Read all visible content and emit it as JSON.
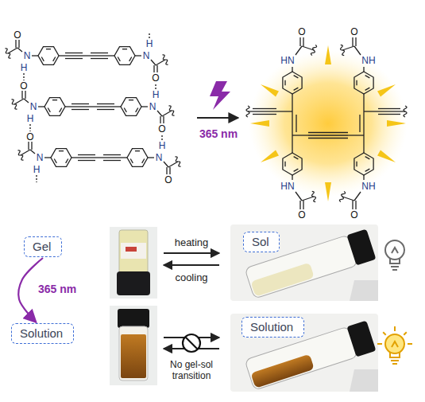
{
  "diagram": {
    "nodes": [
      {
        "text": [
          "Gel"
        ]
      },
      {
        "text": [
          "Sol"
        ]
      },
      {
        "text": [
          "Solution"
        ]
      },
      {
        "text": [
          "Solution"
        ]
      }
    ],
    "edges": [
      {
        "from": 0,
        "to": 2,
        "arrow": "to",
        "label": "365 nm"
      }
    ],
    "labels": [
      "O",
      "N",
      "H",
      "N",
      "H",
      "O",
      "O",
      "N",
      "H",
      "N",
      "H",
      "O",
      "O",
      "N",
      "H",
      "N",
      "H",
      "O",
      "O",
      "HN",
      "O",
      "NH",
      "HN",
      "O",
      "NH",
      "O",
      "365 nm",
      "heating",
      "cooling",
      "No gel-sol transition"
    ]
  }
}
